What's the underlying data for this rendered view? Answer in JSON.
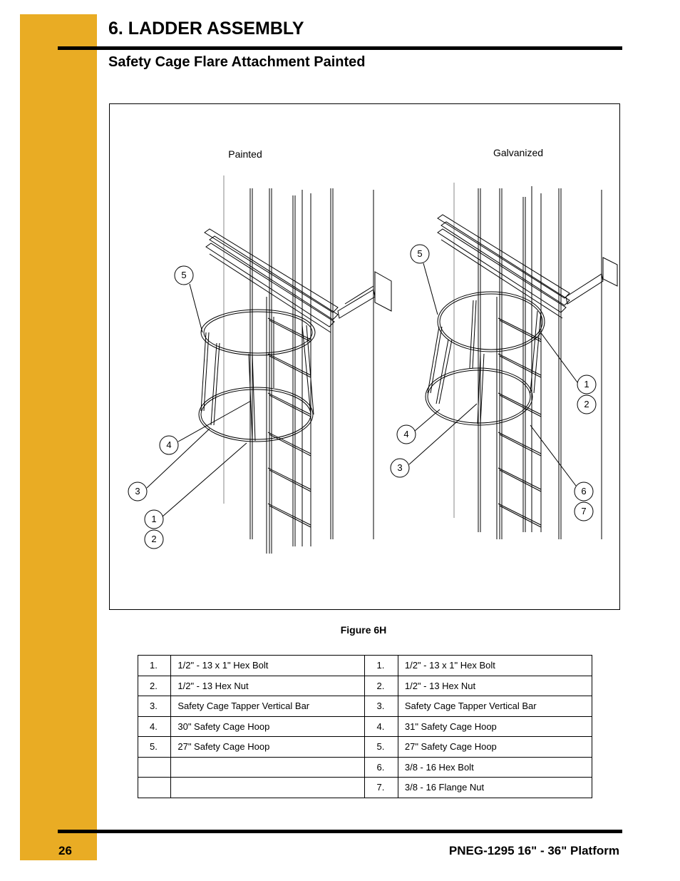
{
  "header": {
    "section_title": "6. LADDER ASSEMBLY",
    "subtitle": "Safety Cage Flare Attachment Painted"
  },
  "figure": {
    "left_label": "Painted",
    "right_label": "Galvanized",
    "caption": "Figure 6H",
    "left_callouts": [
      "5",
      "4",
      "3",
      "1",
      "2"
    ],
    "right_callouts": [
      "5",
      "1",
      "2",
      "4",
      "3",
      "6",
      "7"
    ]
  },
  "parts_table": {
    "rows": [
      {
        "left_num": "1.",
        "left_desc": "1/2\" - 13 x 1\" Hex Bolt",
        "right_num": "1.",
        "right_desc": "1/2\" - 13 x 1\" Hex Bolt"
      },
      {
        "left_num": "2.",
        "left_desc": "1/2\" - 13 Hex Nut",
        "right_num": "2.",
        "right_desc": "1/2\" - 13 Hex Nut"
      },
      {
        "left_num": "3.",
        "left_desc": "Safety Cage Tapper Vertical Bar",
        "right_num": "3.",
        "right_desc": "Safety Cage Tapper Vertical Bar"
      },
      {
        "left_num": "4.",
        "left_desc": "30\" Safety Cage Hoop",
        "right_num": "4.",
        "right_desc": "31\" Safety Cage Hoop"
      },
      {
        "left_num": "5.",
        "left_desc": "27\" Safety Cage Hoop",
        "right_num": "5.",
        "right_desc": "27\" Safety Cage Hoop"
      },
      {
        "left_num": "",
        "left_desc": "",
        "right_num": "6.",
        "right_desc": "3/8 - 16 Hex Bolt"
      },
      {
        "left_num": "",
        "left_desc": "",
        "right_num": "7.",
        "right_desc": "3/8 - 16 Flange Nut"
      }
    ]
  },
  "footer": {
    "page_number": "26",
    "doc_title": "PNEG-1295 16\" - 36\" Platform"
  },
  "colors": {
    "accent": "#e9ac24"
  }
}
